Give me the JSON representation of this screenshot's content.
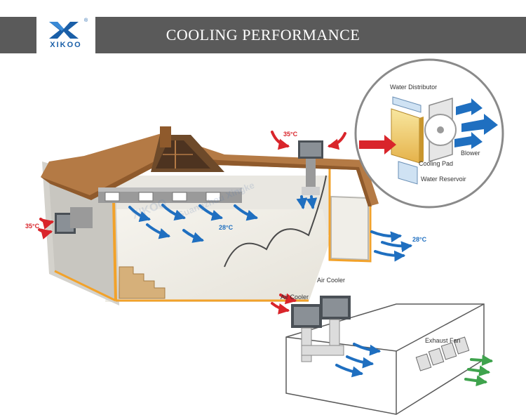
{
  "header": {
    "title": "COOLING PERFORMANCE",
    "brand": "XIKOO",
    "reg_mark": "®"
  },
  "labels": {
    "water_distributor": "Water Distributor",
    "cooling_pad": "Cooling Pad",
    "blower": "Blower",
    "water_reservoir": "Water Reservoir",
    "air_cooler_1": "Air Cooler",
    "air_cooler_2": "Air Cooler",
    "exhaust_fan": "Exhaust Fan"
  },
  "temperatures": {
    "outside_left": "35°C",
    "outside_roof": "35°C",
    "inside": "28°C",
    "exit": "28°C"
  },
  "watermark": {
    "text": "Guangzhou Xingke",
    "brand": "XIKOO"
  },
  "colors": {
    "banner": "#5a5a5a",
    "brand_blue": "#1a5fa8",
    "roof": "#b47a45",
    "accent_orange": "#f2a22a",
    "hot_arrow": "#d9252b",
    "cool_arrow": "#1f6fc0",
    "exhaust_arrow": "#3fa34d"
  }
}
